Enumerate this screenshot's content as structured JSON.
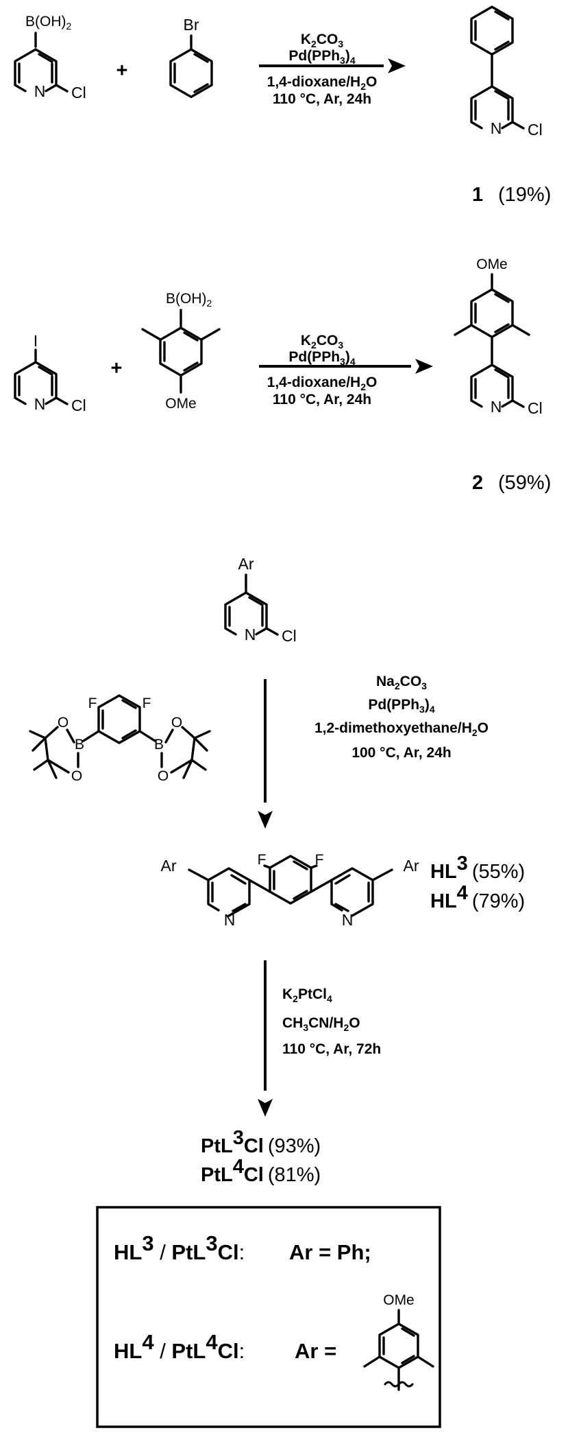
{
  "atoms": {
    "B_OH2": "B(OH)2",
    "N": "N",
    "Cl": "Cl",
    "Br": "Br",
    "I": "I",
    "OMe": "OMe",
    "Ar": "Ar",
    "F": "F",
    "B": "B",
    "O": "O",
    "plus": "+"
  },
  "reaction1": {
    "conditions": [
      "K2CO3",
      "Pd(PPh3)4",
      "1,4-dioxane/H2O",
      "110 °C, Ar, 24h"
    ],
    "product_number": "1",
    "product_yield": "(19%)"
  },
  "reaction2": {
    "conditions": [
      "K2CO3",
      "Pd(PPh3)4",
      "1,4-dioxane/H2O",
      "110 °C, Ar, 24h"
    ],
    "product_number": "2",
    "product_yield": "(59%)"
  },
  "reaction3": {
    "conditions": [
      "Na2CO3",
      "Pd(PPh3)4",
      "1,2-dimethoxyethane/H2O",
      "100 °C, Ar, 24h"
    ],
    "products": [
      {
        "name": "HL3",
        "yield": "(55%)"
      },
      {
        "name": "HL4",
        "yield": "(79%)"
      }
    ]
  },
  "reaction4": {
    "conditions": [
      "K2PtCl4",
      "CH3CN/H2O",
      "110 °C, Ar, 72h"
    ],
    "products": [
      {
        "name": "PtL3Cl",
        "yield": "(93%)"
      },
      {
        "name": "PtL4Cl",
        "yield": "(81%)"
      }
    ]
  },
  "legend": {
    "row1_label": "HL3 / PtL3Cl:",
    "row1_value": "Ar = Ph;",
    "row2_label": "HL4 / PtL4Cl:",
    "row2_value": "Ar ="
  }
}
